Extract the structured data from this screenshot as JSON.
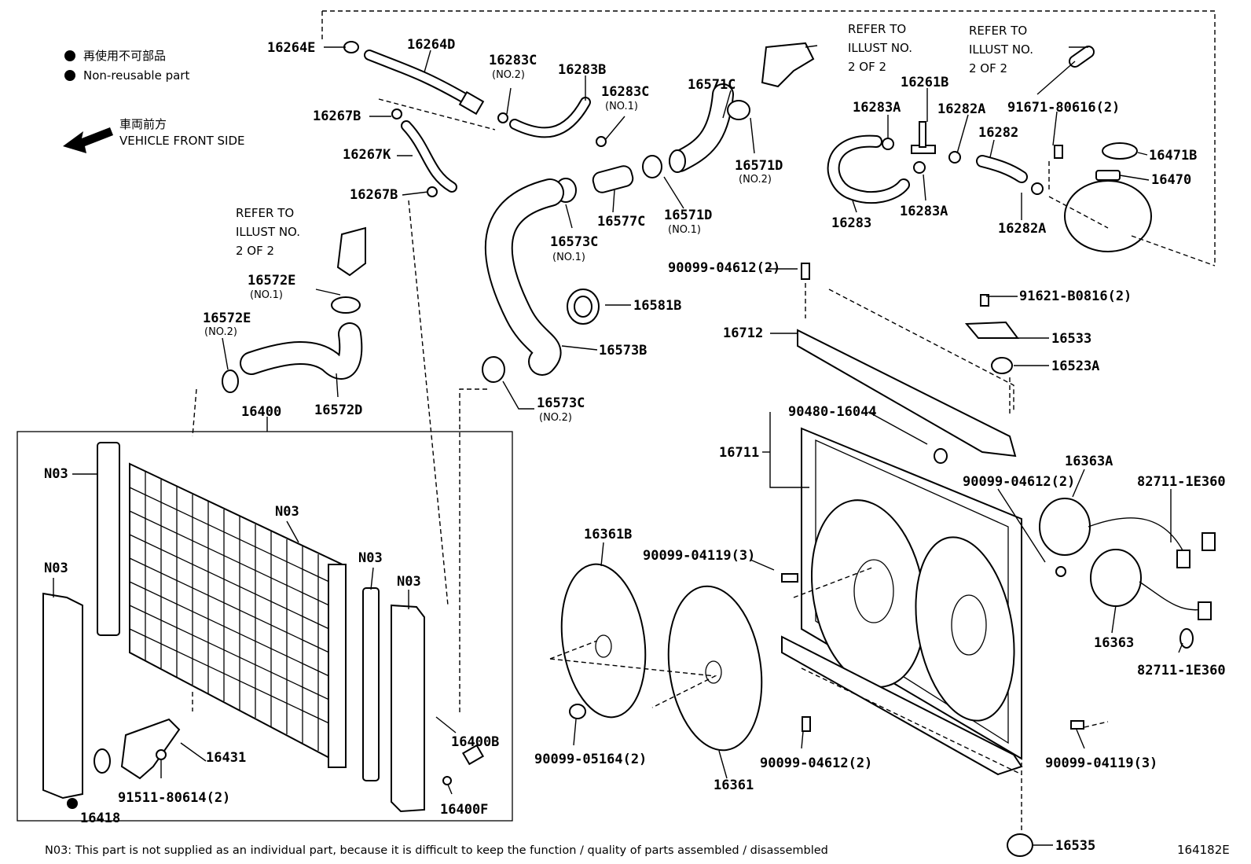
{
  "legend": {
    "reusable_jp": "再使用不可部品",
    "reusable_en": "Non-reusable part",
    "front_jp": "車両前方",
    "front_en": "VEHICLE FRONT SIDE"
  },
  "refer_note": {
    "line1": "REFER TO",
    "line2": "ILLUST NO.",
    "line3": "2 OF 2"
  },
  "callouts": [
    {
      "id": "16264E",
      "sub": ""
    },
    {
      "id": "16264D",
      "sub": ""
    },
    {
      "id": "16283C",
      "sub": "(NO.2)"
    },
    {
      "id": "16283B",
      "sub": ""
    },
    {
      "id": "16283C",
      "sub": "(NO.1)"
    },
    {
      "id": "16571C",
      "sub": ""
    },
    {
      "id": "16261B",
      "sub": ""
    },
    {
      "id": "16283A",
      "sub": ""
    },
    {
      "id": "16282A",
      "sub": ""
    },
    {
      "id": "91671-80616(2)",
      "sub": ""
    },
    {
      "id": "16282",
      "sub": ""
    },
    {
      "id": "16471B",
      "sub": ""
    },
    {
      "id": "16470",
      "sub": ""
    },
    {
      "id": "16267B",
      "sub": ""
    },
    {
      "id": "16267K",
      "sub": ""
    },
    {
      "id": "16267B",
      "sub": ""
    },
    {
      "id": "16571D",
      "sub": "(NO.2)"
    },
    {
      "id": "16577C",
      "sub": ""
    },
    {
      "id": "16571D",
      "sub": "(NO.1)"
    },
    {
      "id": "16573C",
      "sub": "(NO.1)"
    },
    {
      "id": "16283",
      "sub": ""
    },
    {
      "id": "16283A",
      "sub": ""
    },
    {
      "id": "16282A",
      "sub": ""
    },
    {
      "id": "16572E",
      "sub": "(NO.1)"
    },
    {
      "id": "16572E",
      "sub": "(NO.2)"
    },
    {
      "id": "16581B",
      "sub": ""
    },
    {
      "id": "90099-04612(2)",
      "sub": ""
    },
    {
      "id": "91621-B0816(2)",
      "sub": ""
    },
    {
      "id": "16712",
      "sub": ""
    },
    {
      "id": "16533",
      "sub": ""
    },
    {
      "id": "16573B",
      "sub": ""
    },
    {
      "id": "16523A",
      "sub": ""
    },
    {
      "id": "16573C",
      "sub": "(NO.2)"
    },
    {
      "id": "16572D",
      "sub": ""
    },
    {
      "id": "16400",
      "sub": ""
    },
    {
      "id": "90480-16044",
      "sub": ""
    },
    {
      "id": "16711",
      "sub": ""
    },
    {
      "id": "16363A",
      "sub": ""
    },
    {
      "id": "90099-04612(2)",
      "sub": ""
    },
    {
      "id": "82711-1E360",
      "sub": ""
    },
    {
      "id": "N03",
      "sub": ""
    },
    {
      "id": "N03",
      "sub": ""
    },
    {
      "id": "N03",
      "sub": ""
    },
    {
      "id": "N03",
      "sub": ""
    },
    {
      "id": "N03",
      "sub": ""
    },
    {
      "id": "16361B",
      "sub": ""
    },
    {
      "id": "90099-04119(3)",
      "sub": ""
    },
    {
      "id": "16363",
      "sub": ""
    },
    {
      "id": "82711-1E360",
      "sub": ""
    },
    {
      "id": "16400B",
      "sub": ""
    },
    {
      "id": "16431",
      "sub": ""
    },
    {
      "id": "90099-05164(2)",
      "sub": ""
    },
    {
      "id": "90099-04612(2)",
      "sub": ""
    },
    {
      "id": "90099-04119(3)",
      "sub": ""
    },
    {
      "id": "16361",
      "sub": ""
    },
    {
      "id": "91511-80614(2)",
      "sub": ""
    },
    {
      "id": "16400F",
      "sub": ""
    },
    {
      "id": "16418",
      "sub": ""
    },
    {
      "id": "16535",
      "sub": ""
    }
  ],
  "footer": {
    "note": "N03: This part is not supplied as an individual part, because it is difficult to keep the function / quality of parts assembled / disassembled",
    "illust_code": "164182E"
  }
}
